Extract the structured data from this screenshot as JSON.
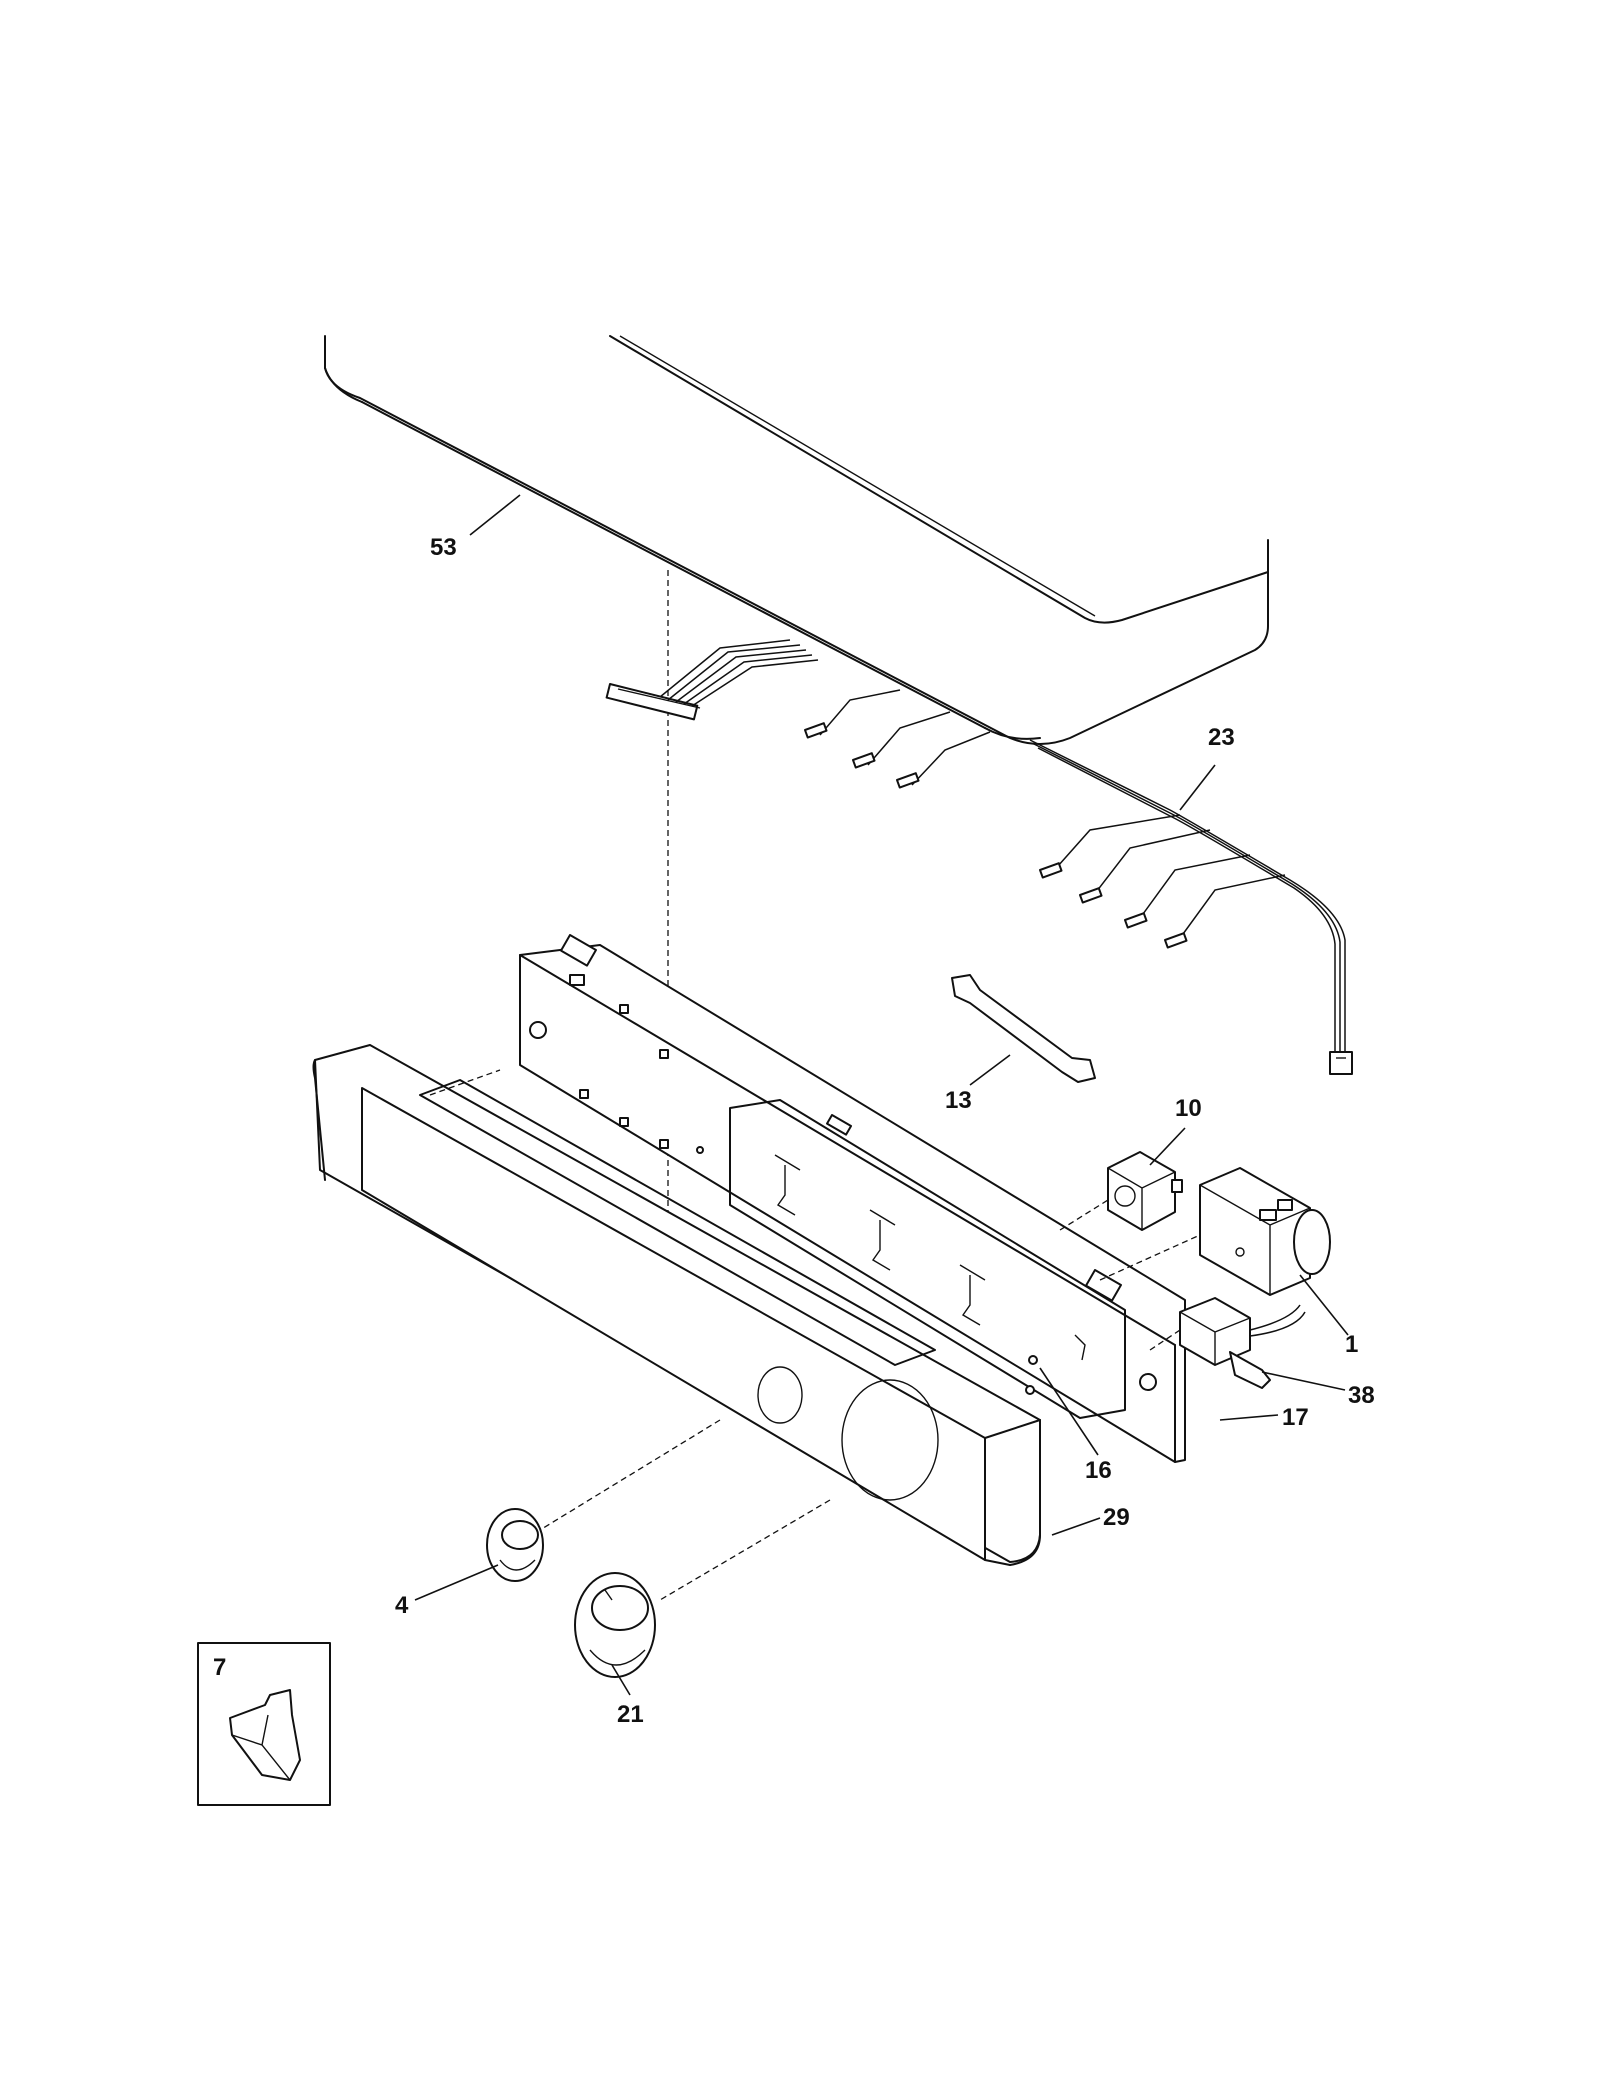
{
  "callouts": {
    "p53": "53",
    "p23": "23",
    "p13": "13",
    "p10": "10",
    "p1": "1",
    "p38": "38",
    "p17": "17",
    "p16": "16",
    "p29": "29",
    "p4": "4",
    "p21": "21",
    "p7": "7"
  },
  "colors": {
    "line": "#111111",
    "background": "#ffffff",
    "grille": "#4a4a4a"
  }
}
